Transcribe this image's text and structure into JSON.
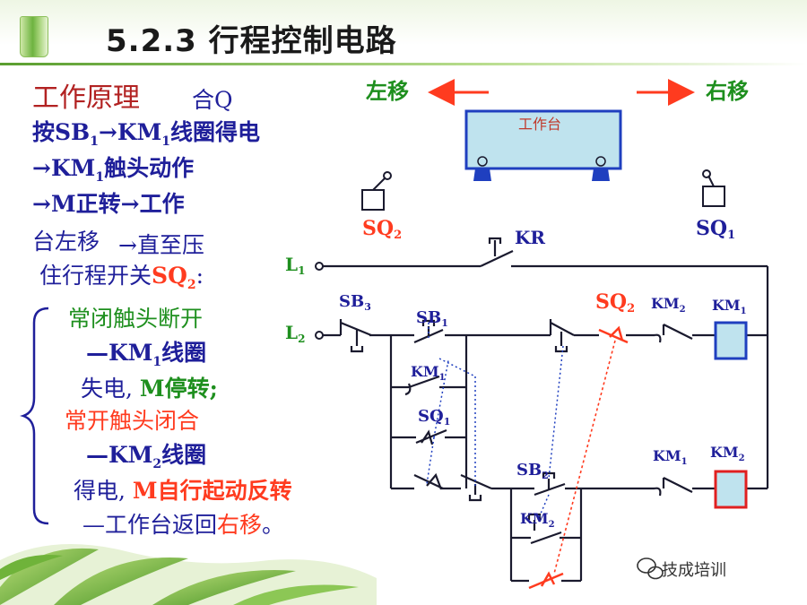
{
  "header": {
    "title": "5.2.3   行程控制电路"
  },
  "principle": {
    "heading": "工作原理",
    "close_q": "合Q",
    "line1": {
      "a": "按SB",
      "s1": "1",
      "b": "→KM",
      "s2": "1",
      "c": "线圈得电"
    },
    "line2": {
      "a": "→KM",
      "s1": "1",
      "b": "触头动作"
    },
    "line3": "→M正转→工作",
    "line4a": "台左移",
    "line4b": "→直至压",
    "line5": {
      "a": "住行程开关",
      "b": "SQ",
      "s": "2",
      "c": ":"
    },
    "nc_open": "常闭触头断开",
    "km1_coil": {
      "a": "—KM",
      "s": "1",
      "b": "线圈"
    },
    "lose_power": {
      "a": "失电, ",
      "b": "M停转;"
    },
    "no_close": "常开触头闭合",
    "km2_coil": {
      "a": "—KM",
      "s": "2",
      "b": "线圈"
    },
    "restart": {
      "a": "得电, ",
      "b": "M自行起动反转"
    },
    "return": {
      "a": "—工作台返回",
      "b": "右移",
      "c": "。"
    }
  },
  "diagram": {
    "move_left": "左移",
    "move_right": "右移",
    "worktable": "工作台",
    "sq2_top": {
      "a": "SQ",
      "s": "2"
    },
    "sq1_top": {
      "a": "SQ",
      "s": "1"
    },
    "kr": "KR",
    "l1": {
      "a": "L",
      "s": "1"
    },
    "l2": {
      "a": "L",
      "s": "2"
    },
    "sb3": {
      "a": "SB",
      "s": "3"
    },
    "sb1": {
      "a": "SB",
      "s": "1"
    },
    "km1_aux": {
      "a": "KM",
      "s": "1"
    },
    "sq1_contact": {
      "a": "SQ",
      "s": "1"
    },
    "sq2_contact": {
      "a": "SQ",
      "s": "2"
    },
    "km2_interlock": {
      "a": "KM",
      "s": "2"
    },
    "km1_coil": {
      "a": "KM",
      "s": "1"
    },
    "sb2": {
      "a": "SB",
      "s": "2"
    },
    "km2_aux": {
      "a": "KM",
      "s": "2"
    },
    "km1_interlock": {
      "a": "KM",
      "s": "1"
    },
    "km2_coil": {
      "a": "KM",
      "s": "2"
    }
  },
  "watermark": "技成培训",
  "colors": {
    "wire": "#1a1a2e",
    "blue_text": "#1f1f9a",
    "red": "#ff3b1f",
    "green": "#1e8f1e",
    "coil_blue": "#1f3fbf",
    "coil_red": "#e02020"
  }
}
